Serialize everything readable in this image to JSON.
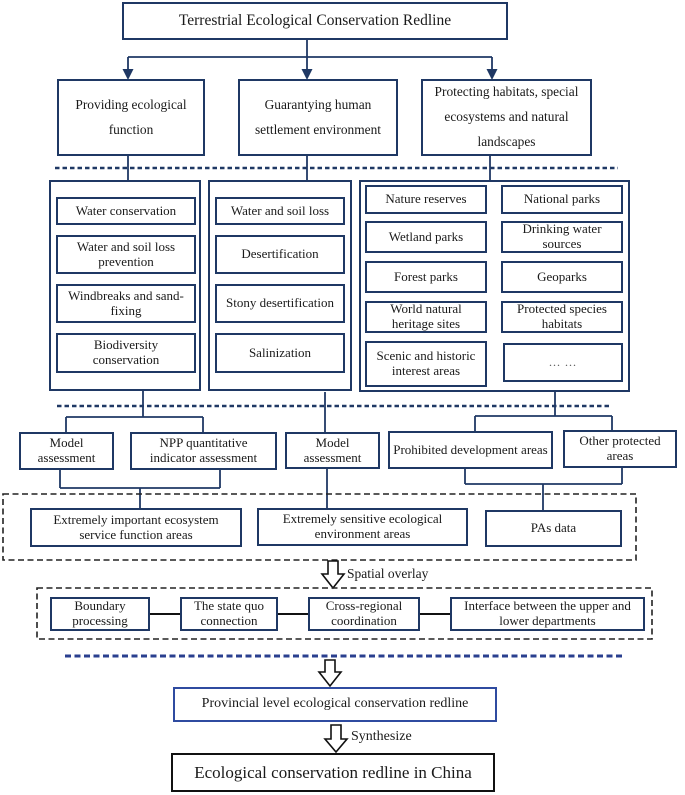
{
  "colors": {
    "navy": "#1f3864",
    "ink": "#1a1a1a",
    "dash": "#222222",
    "bluesep": "#2a3f8f",
    "provincial": "#2f4ba0"
  },
  "title": "Terrestrial Ecological Conservation Redline",
  "top_row": {
    "providing": "Providing ecological function",
    "guarantying": "Guarantying human settlement environment",
    "protecting": "Protecting habitats, special ecosystems and natural landscapes"
  },
  "function_group": {
    "items": [
      "Water conservation",
      "Water and soil loss prevention",
      "Windbreaks and sand-fixing",
      "Biodiversity conservation"
    ]
  },
  "sensitivity_group": {
    "items": [
      "Water and soil loss",
      "Desertification",
      "Stony desertification",
      "Salinization"
    ]
  },
  "protected_group": {
    "col1": [
      "Nature reserves",
      "Wetland parks",
      "Forest parks",
      "World natural heritage sites",
      "Scenic and historic interest areas"
    ],
    "col2": [
      "National parks",
      "Drinking water sources",
      "Geoparks",
      "Protected species habitats",
      "... ..."
    ]
  },
  "assessment_row": {
    "model1": "Model assessment",
    "npp": "NPP quantitative indicator assessment",
    "model2": "Model assessment",
    "prohibited": "Prohibited development areas",
    "other": "Other protected areas"
  },
  "data_row": {
    "important": "Extremely important ecosystem service function areas",
    "sensitive": "Extremely sensitive ecological environment areas",
    "pas": "PAs data"
  },
  "spatial_overlay_label": "Spatial overlay",
  "process_row": {
    "boundary": "Boundary processing",
    "state_quo": "The state quo connection",
    "cross_regional": "Cross-regional coordination",
    "interface": "Interface between the upper and lower departments"
  },
  "provincial_label": "Provincial level ecological conservation redline",
  "synthesize_label": "Synthesize",
  "final_label": "Ecological conservation redline in China"
}
